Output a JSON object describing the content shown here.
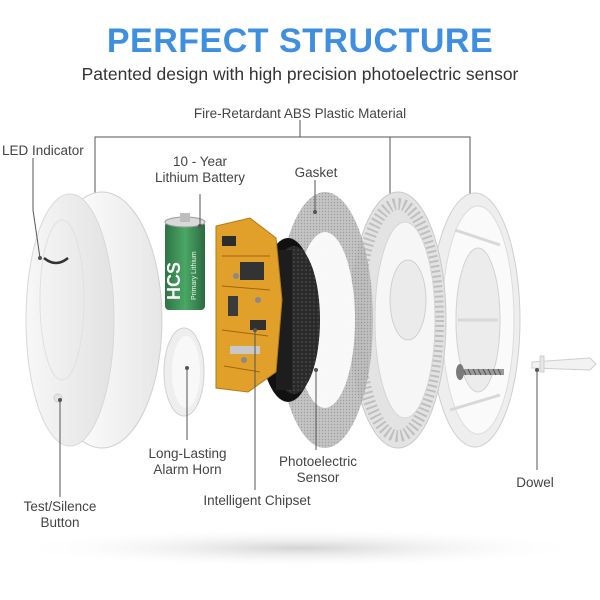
{
  "header": {
    "title": "PERFECT STRUCTURE",
    "subtitle": "Patented design with high precision photoelectric sensor"
  },
  "labels": {
    "material": "Fire-Retardant ABS Plastic Material",
    "led": "LED Indicator",
    "battery_line1": "10 - Year",
    "battery_line2": "Lithium Battery",
    "gasket": "Gasket",
    "horn_line1": "Long-Lasting",
    "horn_line2": "Alarm Horn",
    "sensor_line1": "Photoelectric",
    "sensor_line2": "Sensor",
    "dowel": "Dowel",
    "chipset": "Intelligent Chipset",
    "button_line1": "Test/Silence",
    "button_line2": "Button"
  },
  "battery_text": {
    "brand": "HCS",
    "line": "Primary Lithium"
  },
  "colors": {
    "title_blue": "#3f8fe0",
    "pcb_orange": "#e0a02a",
    "battery_green": "#3f8f57",
    "plastic_white": "#f4f4f4",
    "dark_sensor": "#1d1d1d"
  }
}
